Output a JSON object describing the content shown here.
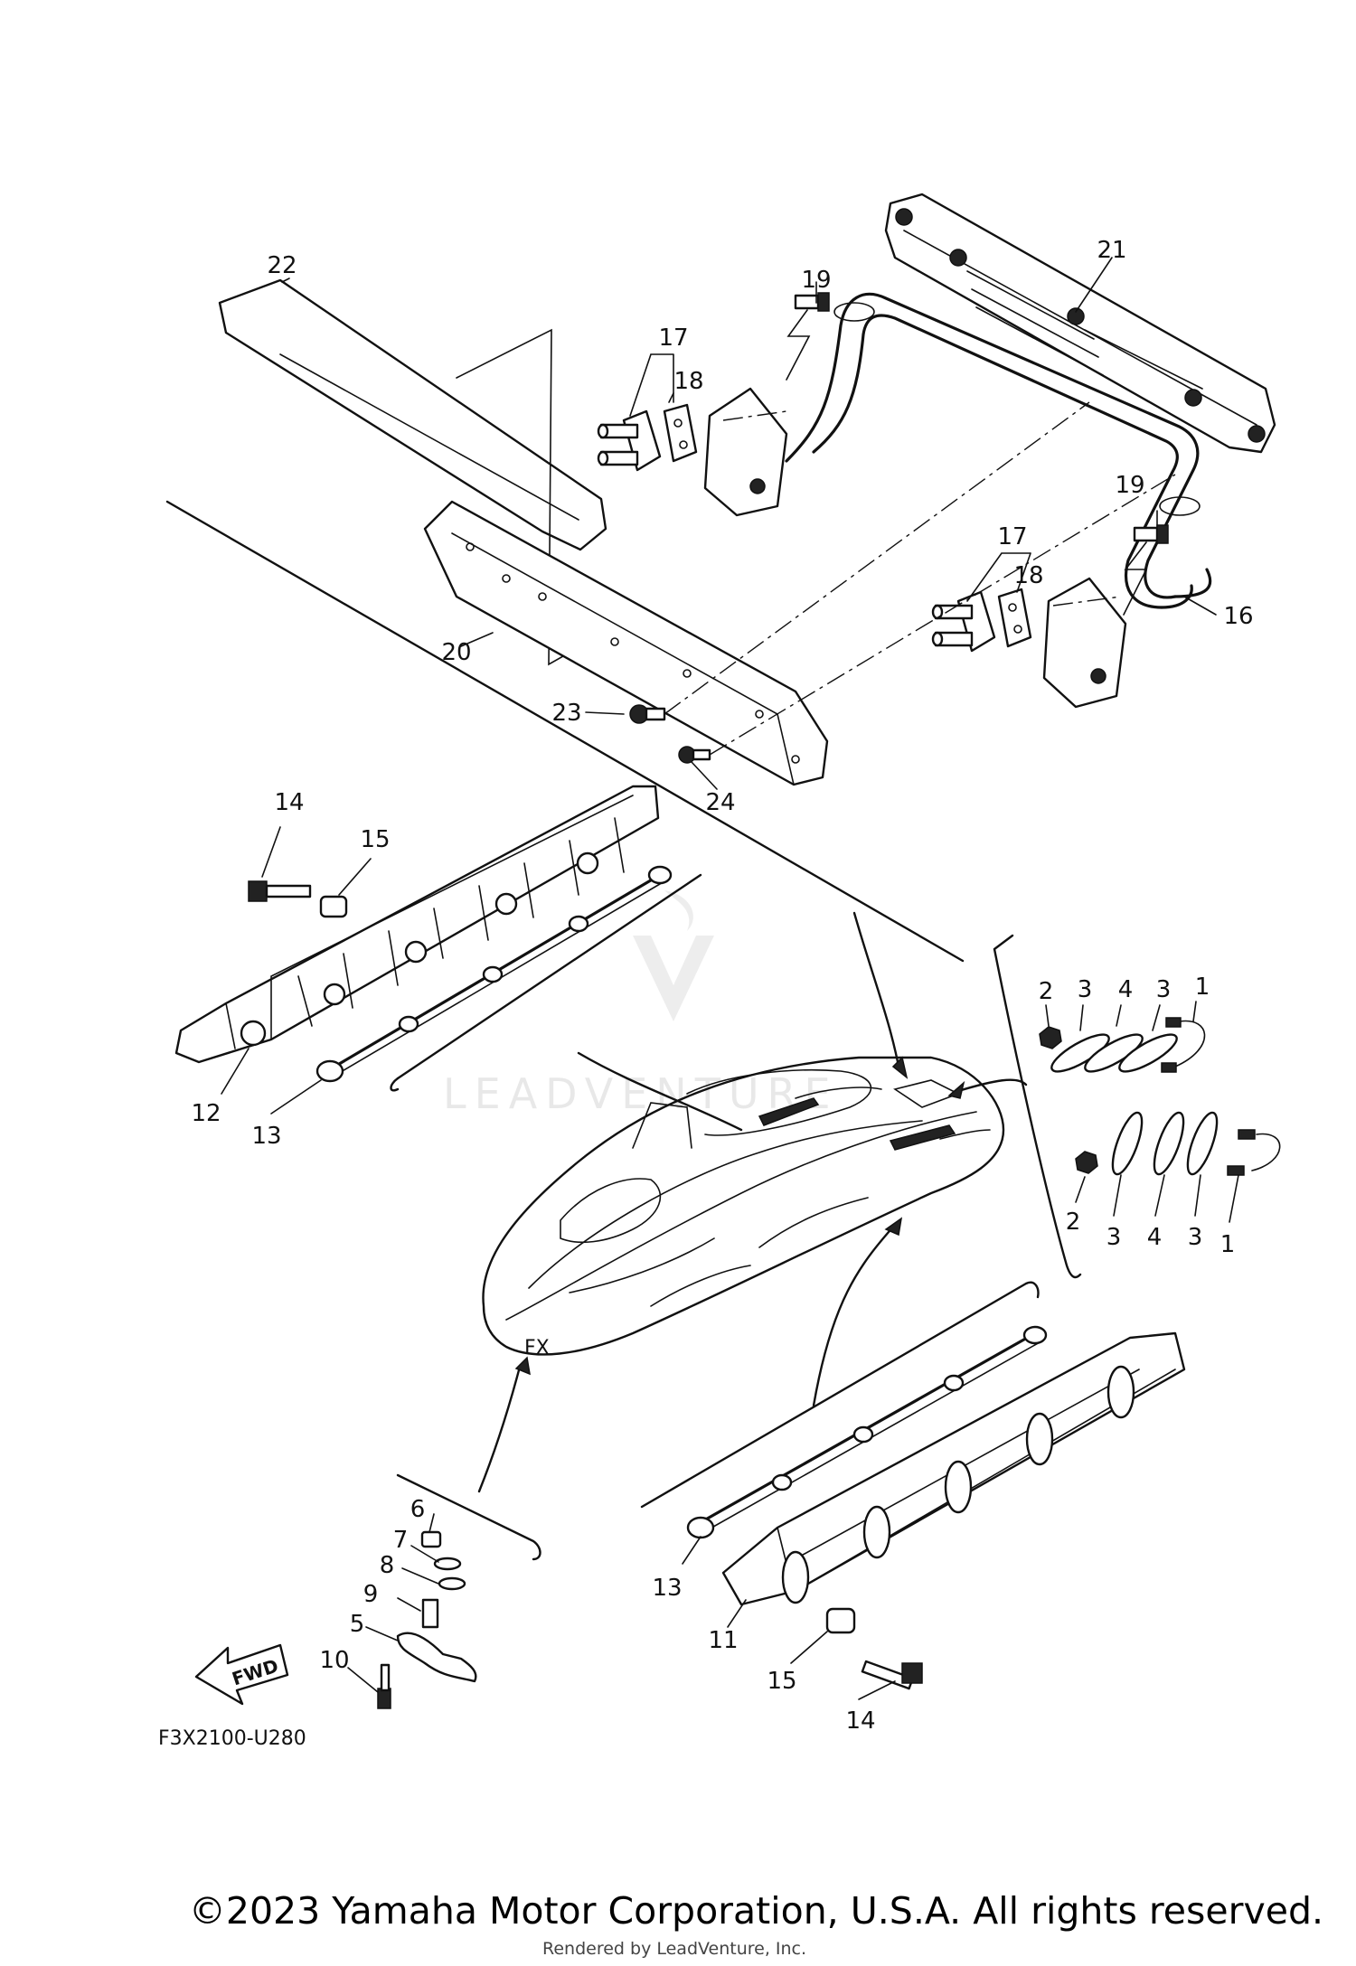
{
  "diagram": {
    "callouts": [
      {
        "id": "c22",
        "text": "22"
      },
      {
        "id": "c19a",
        "text": "19"
      },
      {
        "id": "c17a",
        "text": "17"
      },
      {
        "id": "c18a",
        "text": "18"
      },
      {
        "id": "c21",
        "text": "21"
      },
      {
        "id": "c19b",
        "text": "19"
      },
      {
        "id": "c17b",
        "text": "17"
      },
      {
        "id": "c18b",
        "text": "18"
      },
      {
        "id": "c16",
        "text": "16"
      },
      {
        "id": "c20",
        "text": "20"
      },
      {
        "id": "c23",
        "text": "23"
      },
      {
        "id": "c24",
        "text": "24"
      },
      {
        "id": "c14a",
        "text": "14"
      },
      {
        "id": "c15a",
        "text": "15"
      },
      {
        "id": "c12",
        "text": "12"
      },
      {
        "id": "c13a",
        "text": "13"
      },
      {
        "id": "c2a",
        "text": "2"
      },
      {
        "id": "c3a",
        "text": "3"
      },
      {
        "id": "c4a",
        "text": "4"
      },
      {
        "id": "c3b",
        "text": "3"
      },
      {
        "id": "c1a",
        "text": "1"
      },
      {
        "id": "c2b",
        "text": "2"
      },
      {
        "id": "c3c",
        "text": "3"
      },
      {
        "id": "c4b",
        "text": "4"
      },
      {
        "id": "c3d",
        "text": "3"
      },
      {
        "id": "c1b",
        "text": "1"
      },
      {
        "id": "c6",
        "text": "6"
      },
      {
        "id": "c7",
        "text": "7"
      },
      {
        "id": "c8",
        "text": "8"
      },
      {
        "id": "c9",
        "text": "9"
      },
      {
        "id": "c5",
        "text": "5"
      },
      {
        "id": "c10",
        "text": "10"
      },
      {
        "id": "c13b",
        "text": "13"
      },
      {
        "id": "c11",
        "text": "11"
      },
      {
        "id": "c15b",
        "text": "15"
      },
      {
        "id": "c14b",
        "text": "14"
      }
    ],
    "diagram_code": "F3X2100-U280",
    "fwd_label": "FWD",
    "watermark": "LEADVENTURE"
  },
  "footer": {
    "copyright": "©2023 Yamaha Motor Corporation, U.S.A. All rights reserved.",
    "rendered_by": "Rendered by LeadVenture, Inc."
  }
}
